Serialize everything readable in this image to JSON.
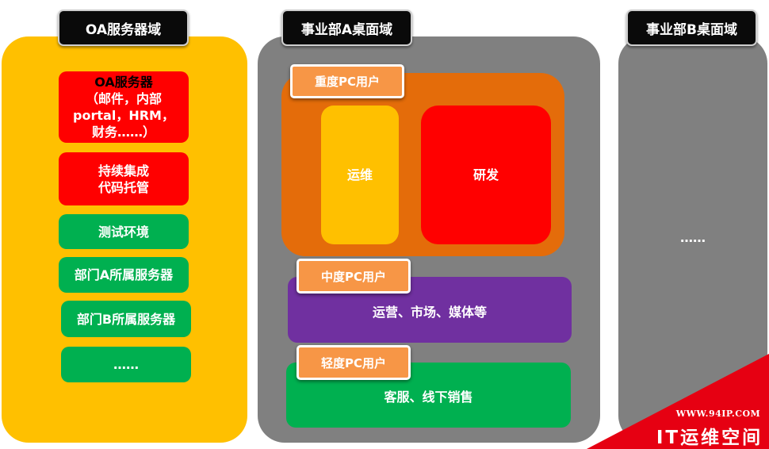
{
  "domains": {
    "oa": {
      "title": "OA服务器域"
    },
    "dept_a": {
      "title": "事业部A桌面域"
    },
    "dept_b": {
      "title": "事业部B桌面域",
      "placeholder": "……"
    }
  },
  "oa_servers": [
    {
      "lines": [
        "OA服务器",
        "（邮件，内部",
        "portal，HRM，",
        "财务……）"
      ]
    },
    {
      "lines": [
        "持续集成",
        "代码托管"
      ]
    },
    {
      "lines": [
        "测试环境"
      ]
    },
    {
      "lines": [
        "部门A所属服务器"
      ]
    },
    {
      "lines": [
        "部门B所属服务器"
      ]
    },
    {
      "lines": [
        "……"
      ]
    }
  ],
  "dept_a_tiers": {
    "heavy": {
      "label": "重度PC用户",
      "groups": [
        "运维",
        "研发"
      ]
    },
    "medium": {
      "label": "中度PC用户",
      "groups": [
        "运营、市场、媒体等"
      ]
    },
    "light": {
      "label": "轻度PC用户",
      "groups": [
        "客服、线下销售"
      ]
    }
  },
  "watermark": {
    "url": "WWW.94IP.COM",
    "name": "IT运维空间"
  },
  "colors": {
    "oa_panel": "#ffc000",
    "desktop_panel": "#808080",
    "heavy_area": "#e46c0a",
    "ops": "#ffc000",
    "rnd": "#ff0000",
    "medium_area": "#7030a0",
    "light_area": "#00b050",
    "server_red": "#ff0000",
    "server_green": "#00b050",
    "tier_label": "#f79646"
  }
}
